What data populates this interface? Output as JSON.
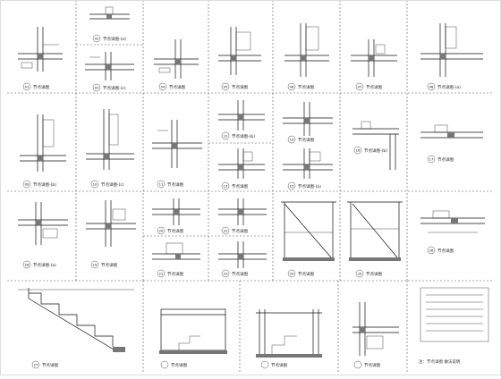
{
  "sheet": {
    "caption_glyph": "节点详图",
    "footer_text": "注：节点详图 做法说明"
  },
  "details": [
    {
      "id": "01",
      "label": "节点详图"
    },
    {
      "id": "02",
      "label": "节点详图-(a)"
    },
    {
      "id": "03",
      "label": "节点详图-(c)"
    },
    {
      "id": "04",
      "label": "节点详图"
    },
    {
      "id": "05",
      "label": "节点详图"
    },
    {
      "id": "06",
      "label": "节点详图"
    },
    {
      "id": "07",
      "label": "节点详图"
    },
    {
      "id": "08",
      "label": "节点详图-(a)"
    },
    {
      "id": "09",
      "label": "节点详图-(b)"
    },
    {
      "id": "10",
      "label": "节点详图-(c)"
    },
    {
      "id": "11",
      "label": "节点详图"
    },
    {
      "id": "12",
      "label": "节点详图-(b)"
    },
    {
      "id": "13",
      "label": "节点详图"
    },
    {
      "id": "14",
      "label": "节点详图"
    },
    {
      "id": "15",
      "label": "节点详图-(a)"
    },
    {
      "id": "16",
      "label": "节点详图-(b)"
    },
    {
      "id": "17",
      "label": "节点详图"
    },
    {
      "id": "18",
      "label": "节点详图-(a)"
    },
    {
      "id": "19",
      "label": "节点详图"
    },
    {
      "id": "20",
      "label": "节点详图"
    },
    {
      "id": "21",
      "label": "节点详图"
    },
    {
      "id": "22",
      "label": "节点详图"
    },
    {
      "id": "23",
      "label": "节点详图"
    },
    {
      "id": "24",
      "label": "节点详图"
    },
    {
      "id": "25",
      "label": "节点详图"
    },
    {
      "id": "26",
      "label": "节点详图"
    },
    {
      "id": "27",
      "label": "节点详图"
    }
  ]
}
